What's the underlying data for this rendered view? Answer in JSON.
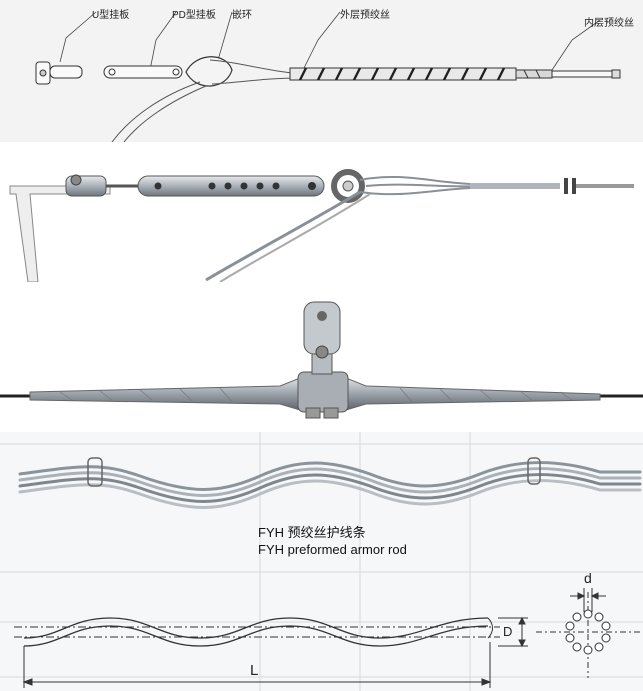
{
  "panel1": {
    "labels": {
      "u_clevis": "U型挂板",
      "pd_clevis": "PD型挂板",
      "thimble": "嵌环",
      "outer_rods": "外层预绞丝",
      "inner_rods": "内层预绞丝"
    }
  },
  "panel4": {
    "caption_cn": "FYH 预绞丝护线条",
    "caption_en": "FYH preformed armor rod",
    "dim_L": "L",
    "dim_D": "D",
    "dim_d": "d"
  },
  "colors": {
    "metal": "#b9bfc6",
    "metal_dark": "#6f767e",
    "line": "#333333"
  }
}
